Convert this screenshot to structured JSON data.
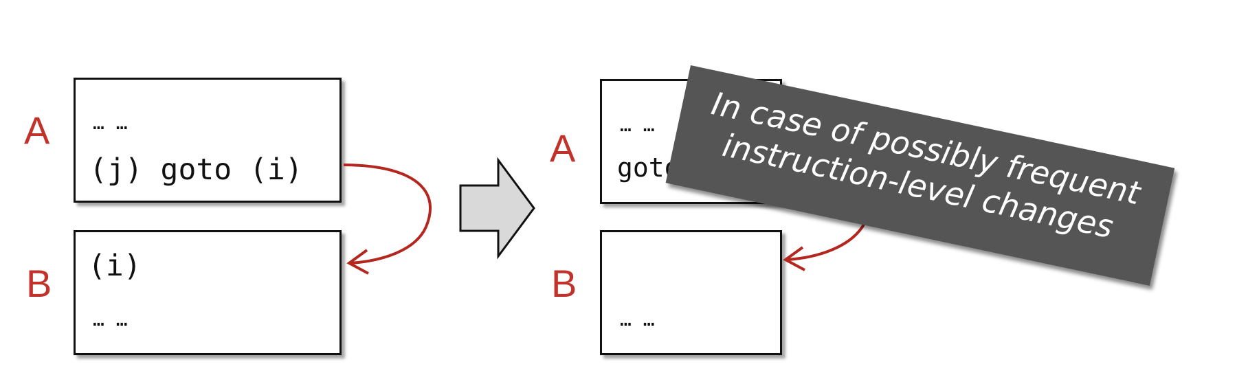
{
  "left_diagram": {
    "label_a": "A",
    "label_b": "B",
    "block_a": {
      "line1": "… …",
      "line2": "(j) goto (i)"
    },
    "block_b": {
      "line1": "(i)",
      "line2": "… …"
    }
  },
  "right_diagram": {
    "label_a": "A",
    "label_b": "B",
    "block_a": {
      "line1": "… …",
      "line2": "goto B"
    },
    "block_b": {
      "line1": "… …"
    }
  },
  "banner": {
    "line1": "In case of possibly frequent",
    "line2": "instruction-level changes"
  },
  "colors": {
    "label": "#c0322a",
    "arrow": "#b3271f",
    "banner_bg": "#555555",
    "block_arrow_fill": "#d9d9d9"
  }
}
